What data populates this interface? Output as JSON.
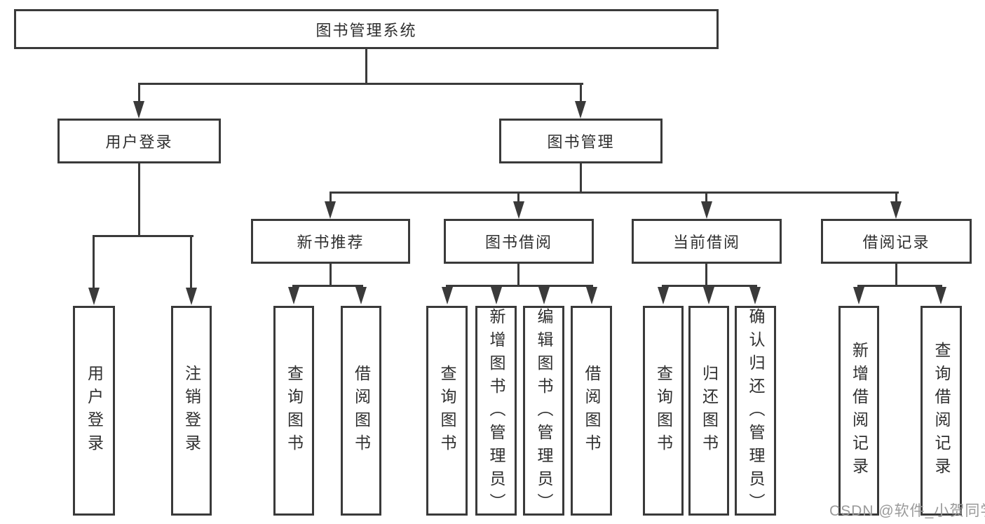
{
  "diagram": {
    "type": "tree",
    "title": "图书管理系统",
    "tree": {
      "root": "图书管理系统",
      "branches": {
        "user_login": {
          "label": "用户登录",
          "children": [
            "用户登录",
            "注销登录"
          ]
        },
        "book_management": {
          "label": "图书管理",
          "sections": {
            "new_book_recommend": {
              "label": "新书推荐",
              "children": [
                "查询图书",
                "借阅图书"
              ]
            },
            "book_borrow": {
              "label": "图书借阅",
              "children": [
                "查询图书",
                "新增图书（管理员）",
                "编辑图书（管理员）",
                "借阅图书"
              ]
            },
            "current_borrow": {
              "label": "当前借阅",
              "children": [
                "查询图书",
                "归还图书",
                "确认归还（管理员）"
              ]
            },
            "borrow_records": {
              "label": "借阅记录",
              "children": [
                "新增借阅记录",
                "查询借阅记录"
              ]
            }
          }
        }
      }
    }
  },
  "watermark": "CSDN @软件_小贺同学",
  "colors": {
    "line": "#3a3a3a",
    "text": "#2f2f2f",
    "background": "#ffffff",
    "watermark": "#9a9a9a"
  }
}
